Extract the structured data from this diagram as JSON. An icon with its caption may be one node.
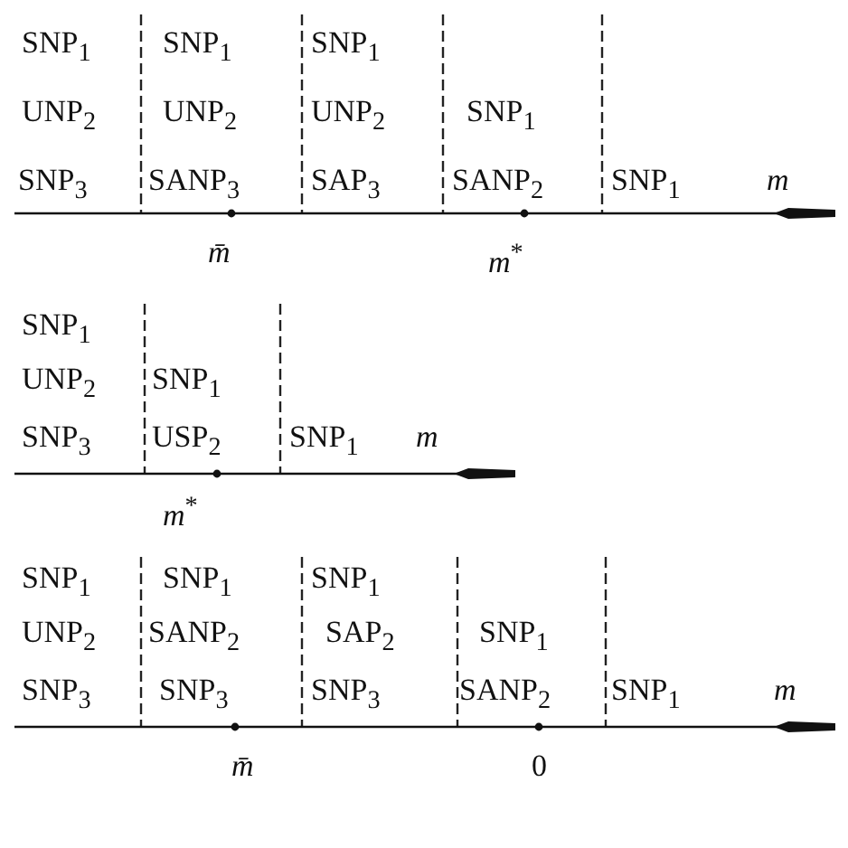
{
  "diagram": {
    "labels": [
      "SNP$_{1}$",
      "SNP$_{1}$",
      "SNP$_{1}$",
      "UNP$_{2}$",
      "UNP$_{2}$",
      "UNP$_{2}$",
      "SNP$_{1}$",
      "SNP$_{3}$",
      "SANP$_{3}$",
      "SAP$_{3}$",
      "SANP$_{2}$",
      "SNP$_{1}$",
      "*m*",
      "*m̄*",
      "*m*$^{*}$",
      "SNP$_{1}$",
      "UNP$_{2}$",
      "SNP$_{1}$",
      "SNP$_{3}$",
      "USP$_{2}$",
      "SNP$_{1}$",
      "*m*",
      "*m*$^{*}$",
      "SNP$_{1}$",
      "SNP$_{1}$",
      "SNP$_{1}$",
      "UNP$_{2}$",
      "SANP$_{2}$",
      "SAP$_{2}$",
      "SNP$_{1}$",
      "SNP$_{3}$",
      "SNP$_{3}$",
      "SNP$_{3}$",
      "SANP$_{2}$",
      "SNP$_{1}$",
      "*m*",
      "*m̄*",
      "0"
    ]
  }
}
